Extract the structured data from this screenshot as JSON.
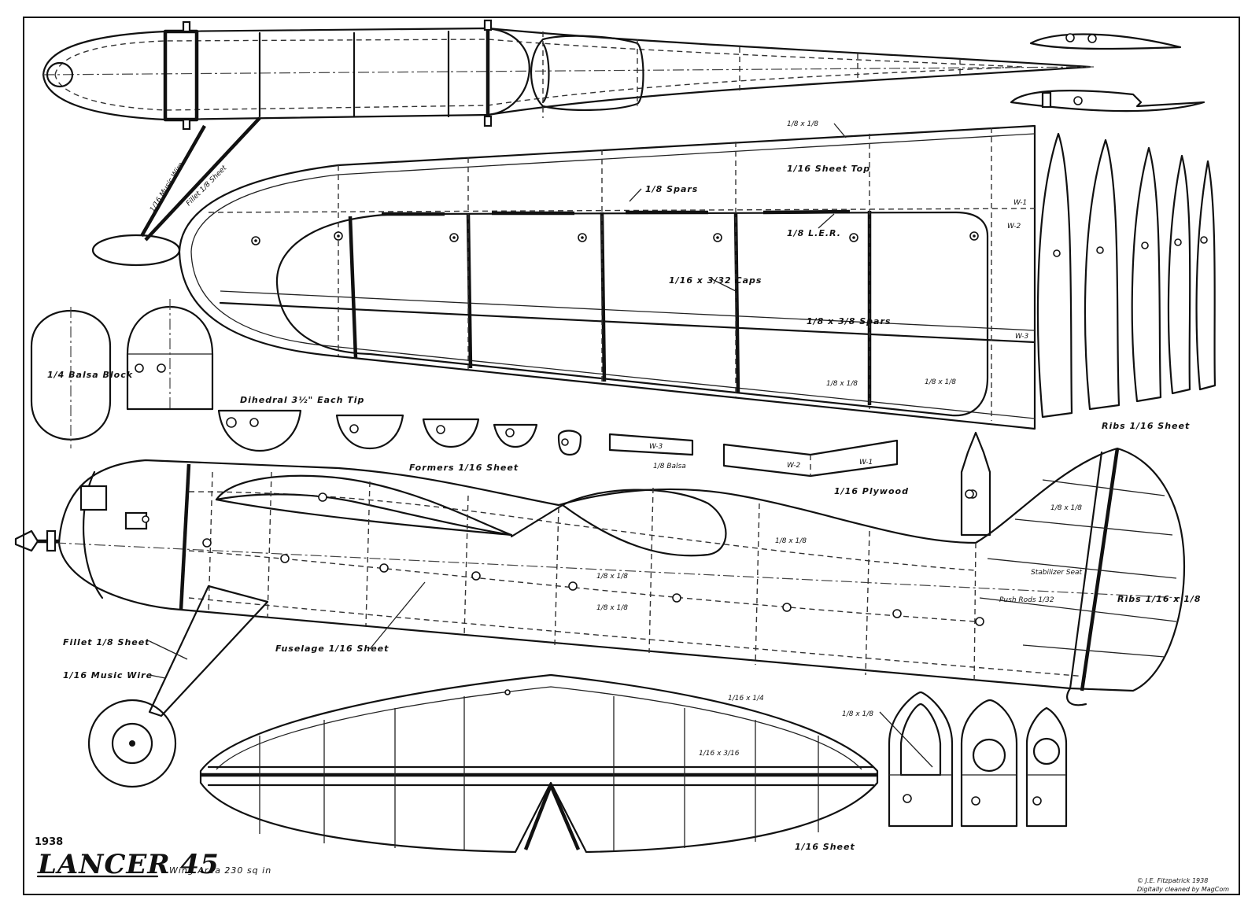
{
  "title": {
    "year": "1938",
    "name": "LANCER 45",
    "wing_area": "Wing Area 230 sq in"
  },
  "credits": {
    "line1": "© J.E. Fitzpatrick 1938",
    "line2": "Digitally cleaned by MagCom"
  },
  "labels": {
    "wing_dihedral": "Dihedral 3½\" Each Tip",
    "spars": "1/8 Spars",
    "sheet_top": "1/16 Sheet Top",
    "ler": "1/8 L.E.R.",
    "caps": "1/16 x 3/32 Caps",
    "spar_lower": "1/8 x 3/8 Spars",
    "rib_stock": "1/8 x 1/8",
    "ribs": "Ribs 1/16 Sheet",
    "formers": "Formers 1/16 Sheet",
    "fuselage_sheet": "Fuselage 1/16 Sheet",
    "fillet": "Fillet 1/8 Sheet",
    "music_wire": "1/16 Music Wire",
    "ribs_tail": "Ribs 1/16 x 1/8",
    "stabilizer": "Stabilizer Seat",
    "balsa_block": "1/4 Balsa Block",
    "w1": "W-1",
    "w2": "W-2",
    "w3": "W-3",
    "ply": "1/16 Plywood",
    "balsa": "1/8 Balsa",
    "stab_sheet": "1/16 Sheet",
    "stab_strip": "1/16 x 1/4",
    "stab_strip2": "1/16 x 3/16",
    "push_rod": "Push Rods 1/32"
  }
}
